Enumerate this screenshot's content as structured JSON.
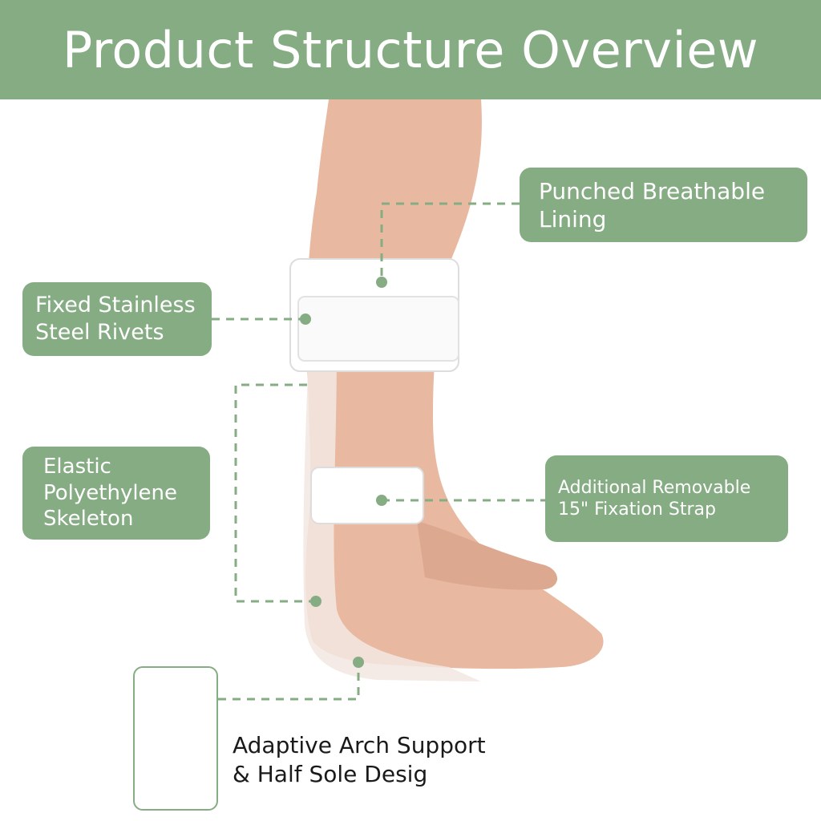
{
  "header": {
    "title": "Product Structure Overview"
  },
  "callouts": {
    "lining": "Punched Breathable\nLining",
    "rivets": "Fixed Stainless\nSteel Rivets",
    "skeleton": "Elastic\nPolyethylene\nSkeleton",
    "strap": "Additional Removable\n15\" Fixation Strap",
    "arch": "Adaptive Arch Support\n& Half Sole Desig"
  },
  "colors": {
    "accent": "#86ac84",
    "text_dark": "#1a1a1a",
    "skin": "#e8b9a0"
  }
}
